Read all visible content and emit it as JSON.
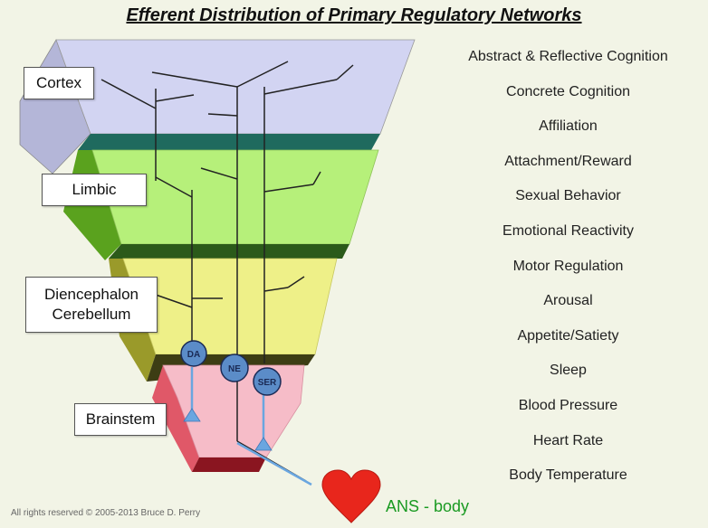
{
  "title": "Efferent Distribution of Primary Regulatory Networks",
  "regions": {
    "cortex": "Cortex",
    "limbic": "Limbic",
    "diencephalon": [
      "Diencephalon",
      "Cerebellum"
    ],
    "brainstem": "Brainstem"
  },
  "neurotransmitters": {
    "da": "DA",
    "ne": "NE",
    "ser": "SER"
  },
  "functions": [
    "Abstract & Reflective Cognition",
    "Concrete Cognition",
    "Affiliation",
    "Attachment/Reward",
    "Sexual Behavior",
    "Emotional Reactivity",
    "Motor Regulation",
    "Arousal",
    "Appetite/Satiety",
    "Sleep",
    "Blood Pressure",
    "Heart Rate",
    "Body Temperature"
  ],
  "ans_label": "ANS - body",
  "copyright": "All rights reserved © 2005-2013 Bruce D. Perry",
  "colors": {
    "cortex": "#d2d4f2",
    "limbic": "#b6f07a",
    "diencephalon": "#eef088",
    "brainstem": "#f6bcc8",
    "pathway_lines": "#222222",
    "neuron_nodes": "#5b8cc8",
    "heart": "#e8261c",
    "ans_text": "#1a9a22"
  }
}
